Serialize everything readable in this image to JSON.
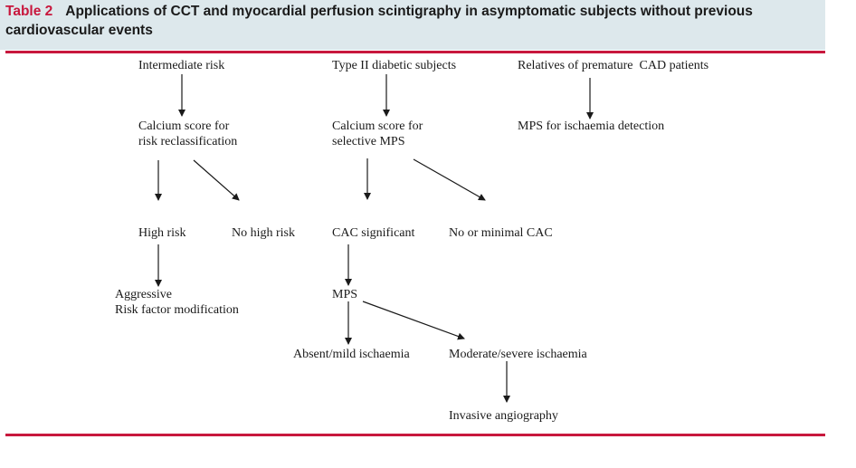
{
  "header": {
    "table_label": "Table 2",
    "title_line1": "Applications of CCT and myocardial perfusion scintigraphy in asymptomatic subjects without previous",
    "title_line2": "cardiovascular events"
  },
  "colors": {
    "accent": "#c8173d",
    "header_bg": "#dde8ec",
    "text": "#1a1a1a"
  },
  "nodes": {
    "intermediate_risk": "Intermediate risk",
    "type2_diabetic": "Type II diabetic subjects",
    "relatives_cad": "Relatives of premature  CAD patients",
    "calcium_reclass_1": "Calcium score for",
    "calcium_reclass_2": "risk reclassification",
    "calcium_selective_1": "Calcium score for",
    "calcium_selective_2": "selective MPS",
    "mps_ischaemia_detection": "MPS for ischaemia detection",
    "high_risk": "High risk",
    "no_high_risk": "No high risk",
    "cac_significant": "CAC significant",
    "no_minimal_cac": "No or minimal CAC",
    "aggressive_1": "Aggressive",
    "aggressive_2": "Risk factor modification",
    "mps": "MPS",
    "absent_mild": "Absent/mild ischaemia",
    "moderate_severe": "Moderate/severe ischaemia",
    "invasive_angiography": "Invasive angiography"
  }
}
